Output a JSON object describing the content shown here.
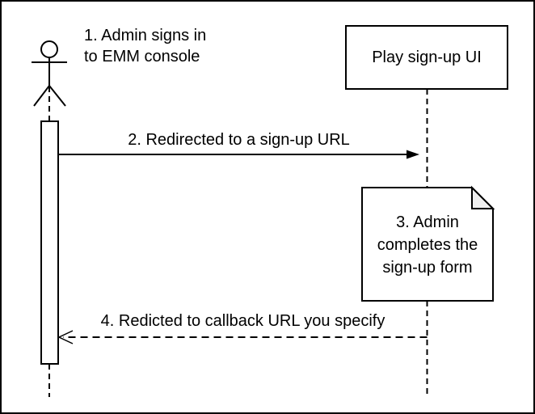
{
  "diagram": {
    "type": "sequence-diagram",
    "actor": {
      "label_line1": "1. Admin signs in",
      "label_line2": "to EMM console"
    },
    "participant": {
      "label": "Play sign-up UI"
    },
    "messages": {
      "redirect": {
        "label": "2. Redirected to a sign-up URL",
        "style": "solid-arrow",
        "direction": "left-to-right"
      },
      "callback": {
        "label": "4. Redicted to callback URL you specify",
        "style": "dashed-open-arrow",
        "direction": "right-to-left"
      }
    },
    "note": {
      "line1": "3. Admin",
      "line2": "completes the",
      "line3": "sign-up form"
    },
    "colors": {
      "stroke": "#000000",
      "background": "#ffffff",
      "note_fill": "#ffffff",
      "note_fold": "#f0f0f0"
    }
  }
}
